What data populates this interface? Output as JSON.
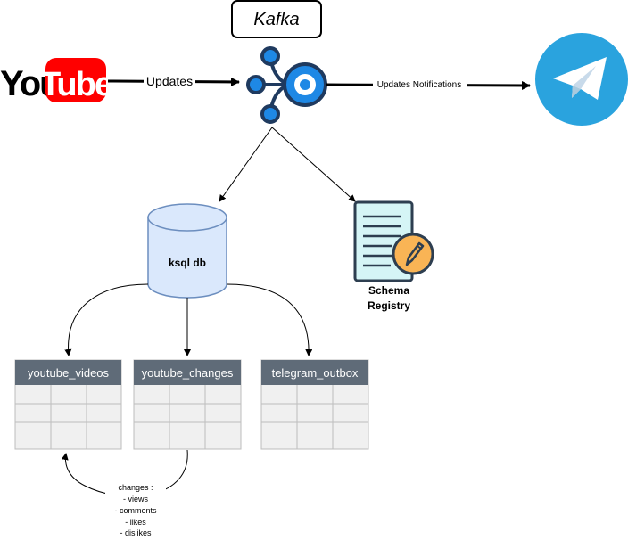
{
  "kafka": {
    "title": "Kafka"
  },
  "youtube": {
    "logo_word_a": "You",
    "logo_word_b": "Tube",
    "color": "#FF0000"
  },
  "edges": {
    "updates": "Updates",
    "updates_notifications": "Updates Notifications"
  },
  "ksqldb": {
    "label": "ksql db",
    "fill": "#DAE8FC",
    "stroke": "#6C8EBF"
  },
  "schema_registry": {
    "line1": "Schema",
    "line2": "Registry"
  },
  "tables": [
    {
      "name": "youtube_videos"
    },
    {
      "name": "youtube_changes"
    },
    {
      "name": "telegram_outbox"
    }
  ],
  "table_header_color": "#5F6B78",
  "changes_note": {
    "title": "changes :",
    "items": [
      "- views",
      "- comments",
      "- likes",
      "- dislikes"
    ]
  },
  "telegram": {
    "color": "#2AA3DE"
  }
}
